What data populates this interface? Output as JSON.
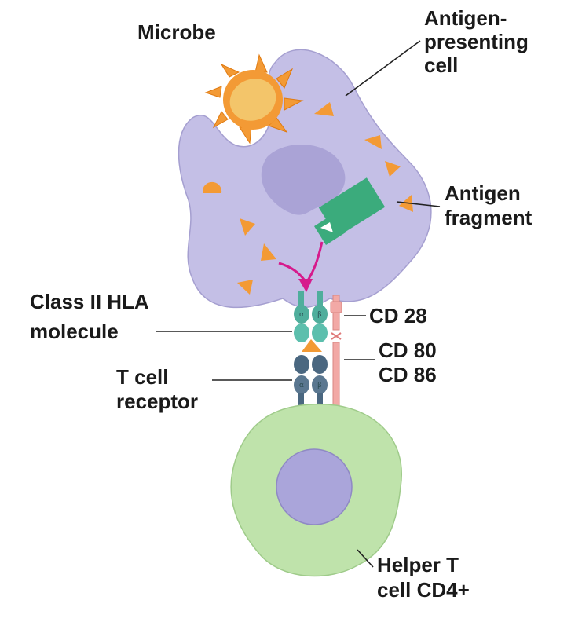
{
  "labels": {
    "microbe": "Microbe",
    "apc": [
      "Antigen-",
      "presenting",
      "cell"
    ],
    "antigen_fragment": [
      "Antigen",
      "fragment"
    ],
    "class2_hla": [
      "Class II HLA",
      "molecule"
    ],
    "cd28": "CD 28",
    "cd80_86": [
      "CD 80",
      "CD 86"
    ],
    "tcr": [
      "T cell",
      "receptor"
    ],
    "helper_t": [
      "Helper T",
      "cell CD4+"
    ]
  },
  "chain_labels": {
    "alpha": "α",
    "beta": "β"
  },
  "colors": {
    "apc_fill": "#c4bfe6",
    "apc_nucleus": "#aaa3d6",
    "antigen_orange": "#f39a35",
    "microbe_body": "#f3c56a",
    "fragment_green": "#3bab7c",
    "arrow_magenta": "#d61a8c",
    "hla_teal": "#4fae9c",
    "tcr_slate": "#4a6780",
    "cd_pink": "#f2a9a6",
    "tcell_fill": "#bfe3ab",
    "tcell_nucleus": "#aaa5da",
    "line": "#222222"
  }
}
